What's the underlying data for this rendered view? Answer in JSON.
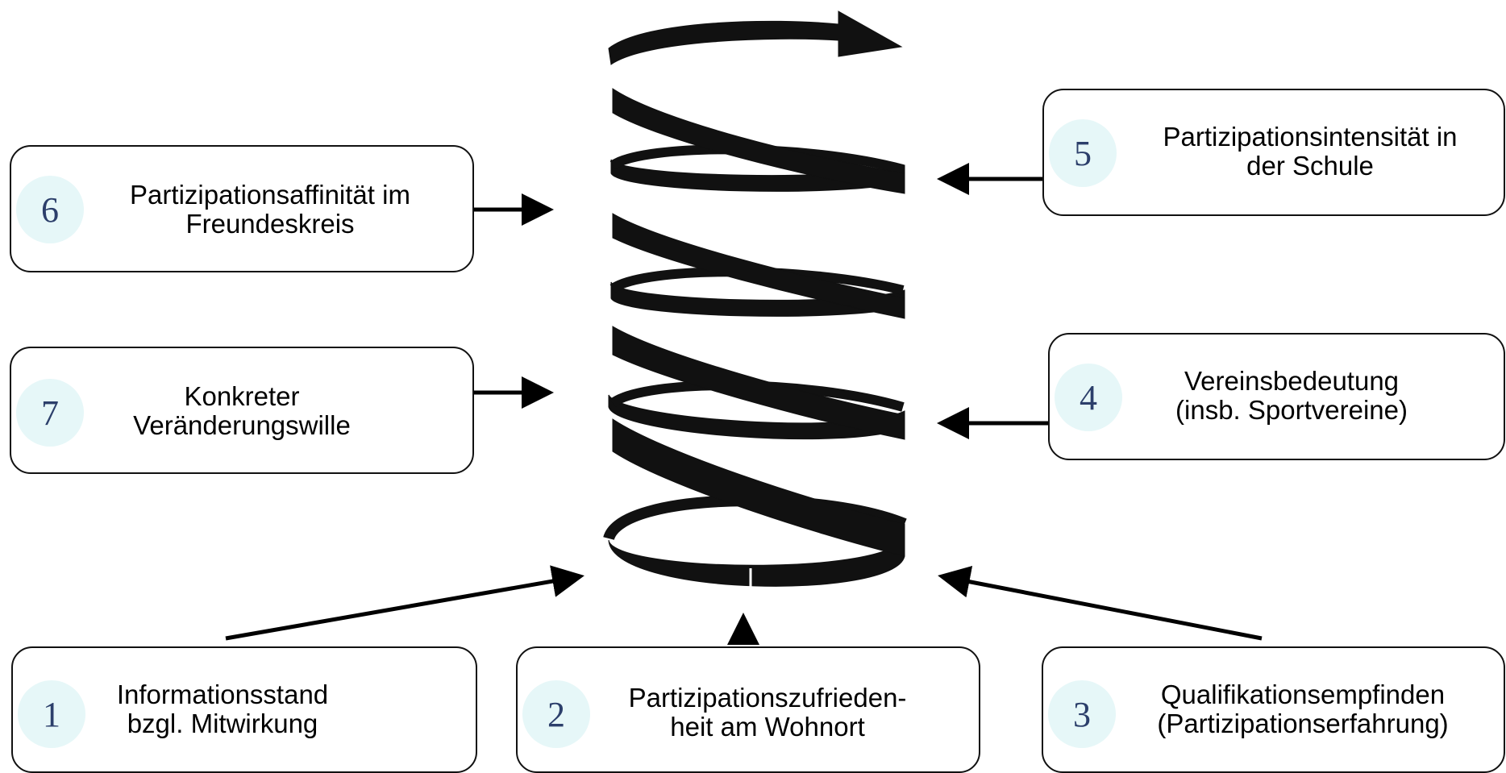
{
  "diagram": {
    "factors": [
      {
        "number": "1",
        "label": "Informationsstand\nbzgl. Mitwirkung"
      },
      {
        "number": "2",
        "label": "Partizipationszufrieden-\nheit am Wohnort"
      },
      {
        "number": "3",
        "label": "Qualifikationsempfinden\n(Partizipationserfahrung)"
      },
      {
        "number": "4",
        "label": "Vereinsbedeutung\n(insb. Sportvereine)"
      },
      {
        "number": "5",
        "label": "Partizipationsintensität in\nder Schule"
      },
      {
        "number": "6",
        "label": "Partizipationsaffinität im\nFreundeskreis"
      },
      {
        "number": "7",
        "label": "Konkreter\nVeränderungswille"
      }
    ],
    "colors": {
      "badge_background": "#e6f7f8",
      "badge_text": "#2c3f6b",
      "spiral": "#111111",
      "arrow": "#000000"
    },
    "icons": {
      "spiral": "upward-spiral-arrow-icon"
    }
  }
}
